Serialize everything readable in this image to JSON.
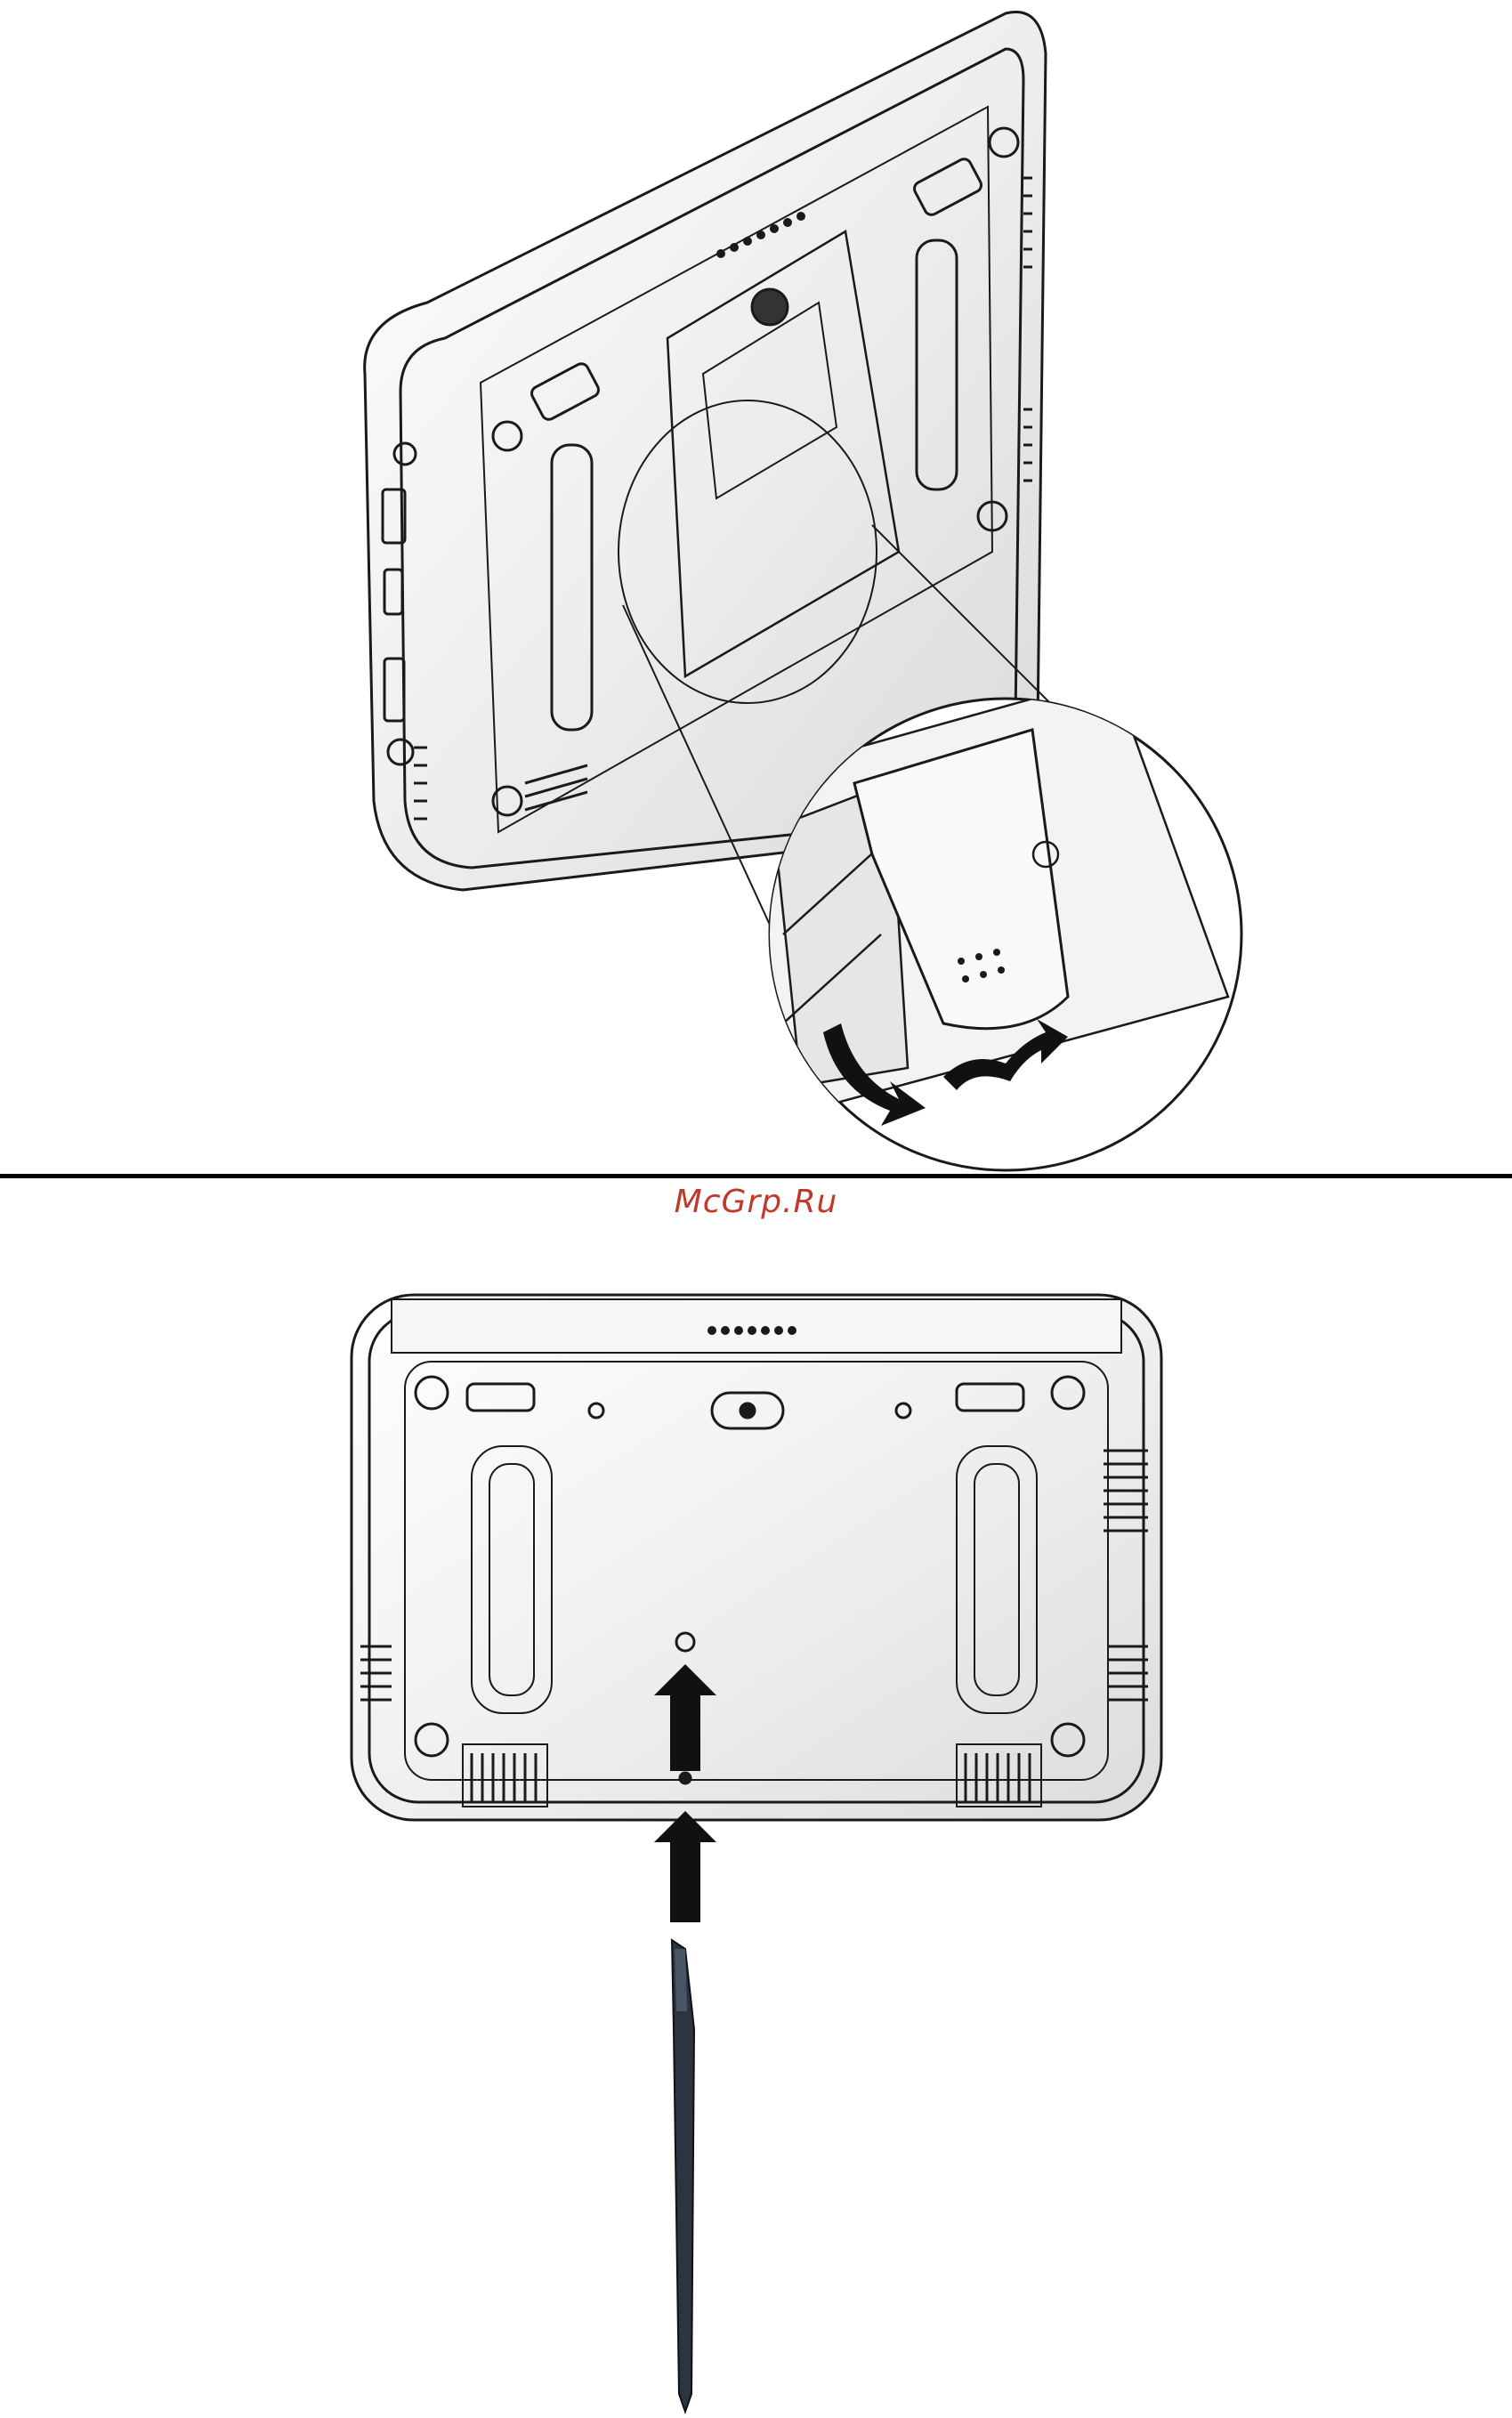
{
  "watermark": {
    "text": "McGrp.Ru",
    "color": "#c0392b"
  },
  "figures": [
    {
      "name": "tablet-rear-kickstand-view",
      "icons": [
        "tablet-rear-icon",
        "kickstand-icon",
        "zoom-circle-icon",
        "rotate-arrow-icon"
      ]
    },
    {
      "name": "tablet-rear-reset-view",
      "icons": [
        "tablet-rear-icon",
        "reset-hole-icon",
        "up-arrow-icon",
        "stylus-icon"
      ]
    }
  ],
  "colors": {
    "line": "#1a1a1a",
    "body_fill": "#f4f4f4",
    "arrow": "#111111",
    "stylus": "#2b3440"
  }
}
